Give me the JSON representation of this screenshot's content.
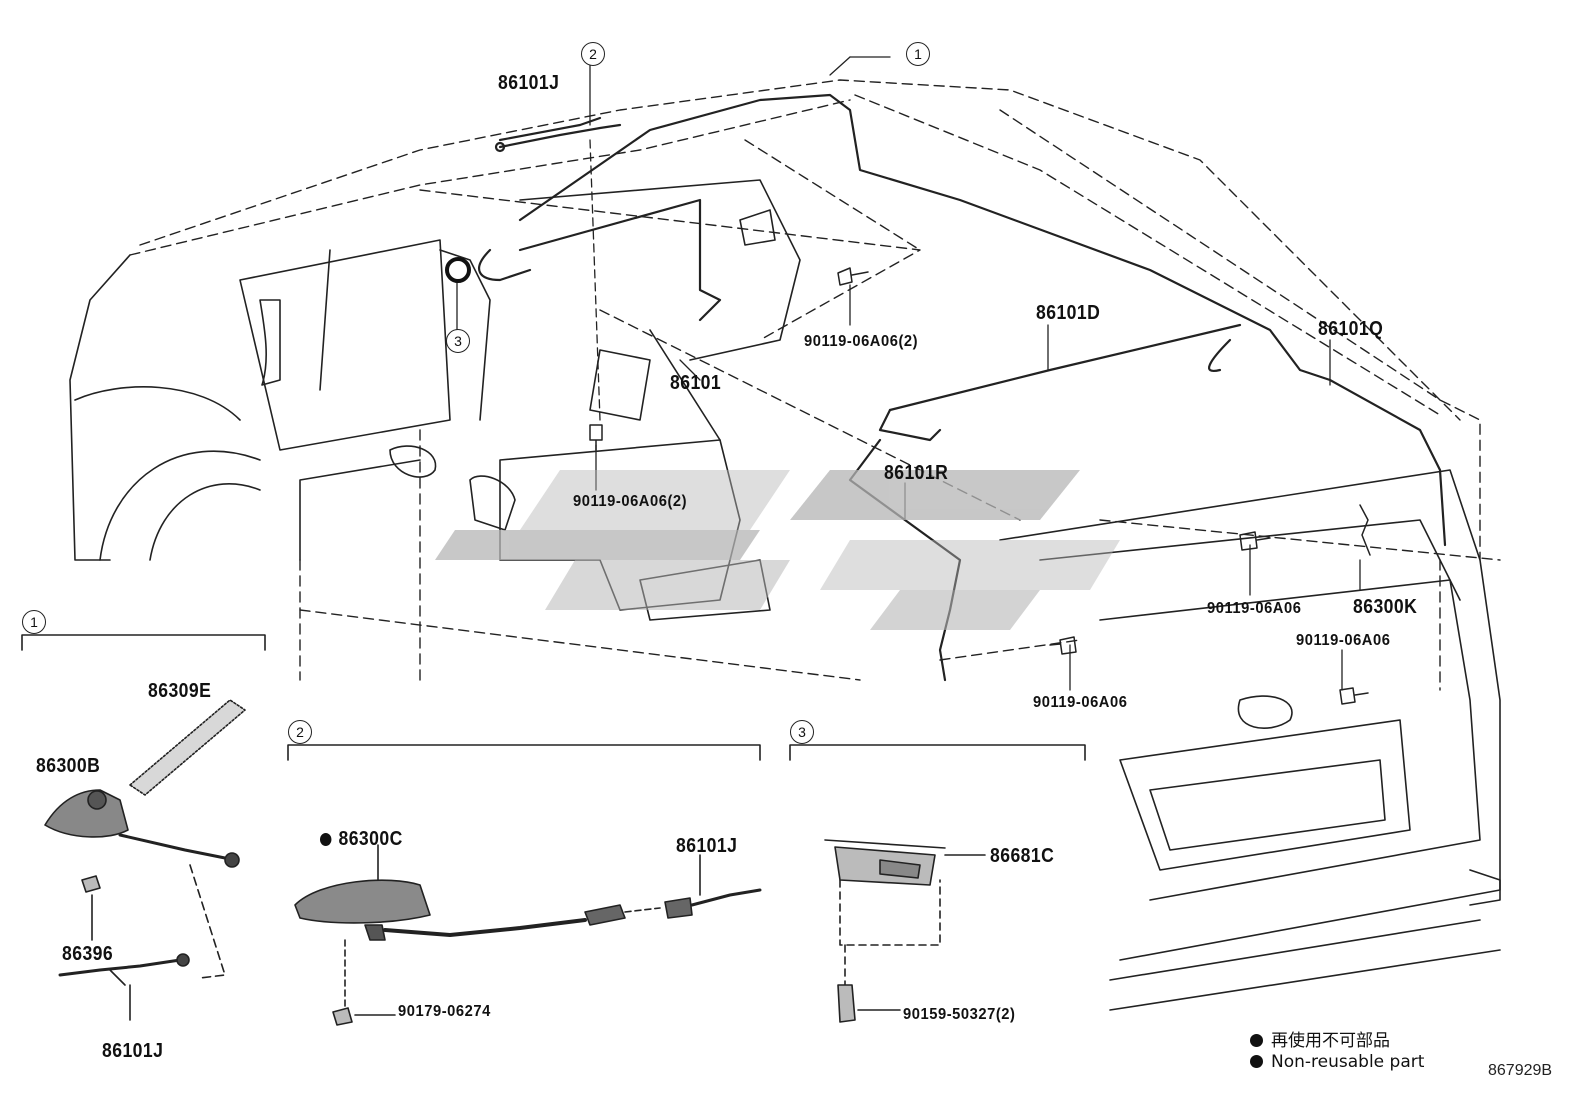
{
  "callouts": {
    "c1_top": "1",
    "c2_top": "2",
    "c3_top": "3",
    "c1_box": "1",
    "c2_box": "2",
    "c3_box": "3"
  },
  "parts": {
    "p_86101J_top": "86101J",
    "p_86101": "86101",
    "p_86101D": "86101D",
    "p_86101Q": "86101Q",
    "p_86101R": "86101R",
    "p_86300K": "86300K",
    "p_bolt_a": "90119-06A06(2)",
    "p_bolt_b": "90119-06A06(2)",
    "p_bolt_c": "90119-06A06",
    "p_bolt_d": "90119-06A06",
    "p_bolt_e": "90119-06A06",
    "p_86309E": "86309E",
    "p_86300B": "86300B",
    "p_86396": "86396",
    "p_86101J_1": "86101J",
    "p_86300C": "86300C",
    "p_86101J_2": "86101J",
    "p_90179": "90179-06274",
    "p_86681C": "86681C",
    "p_90159": "90159-50327(2)"
  },
  "legend": {
    "jp": "再使用不可部品",
    "en": "Non-reusable part"
  },
  "diagram_code": "867929B"
}
